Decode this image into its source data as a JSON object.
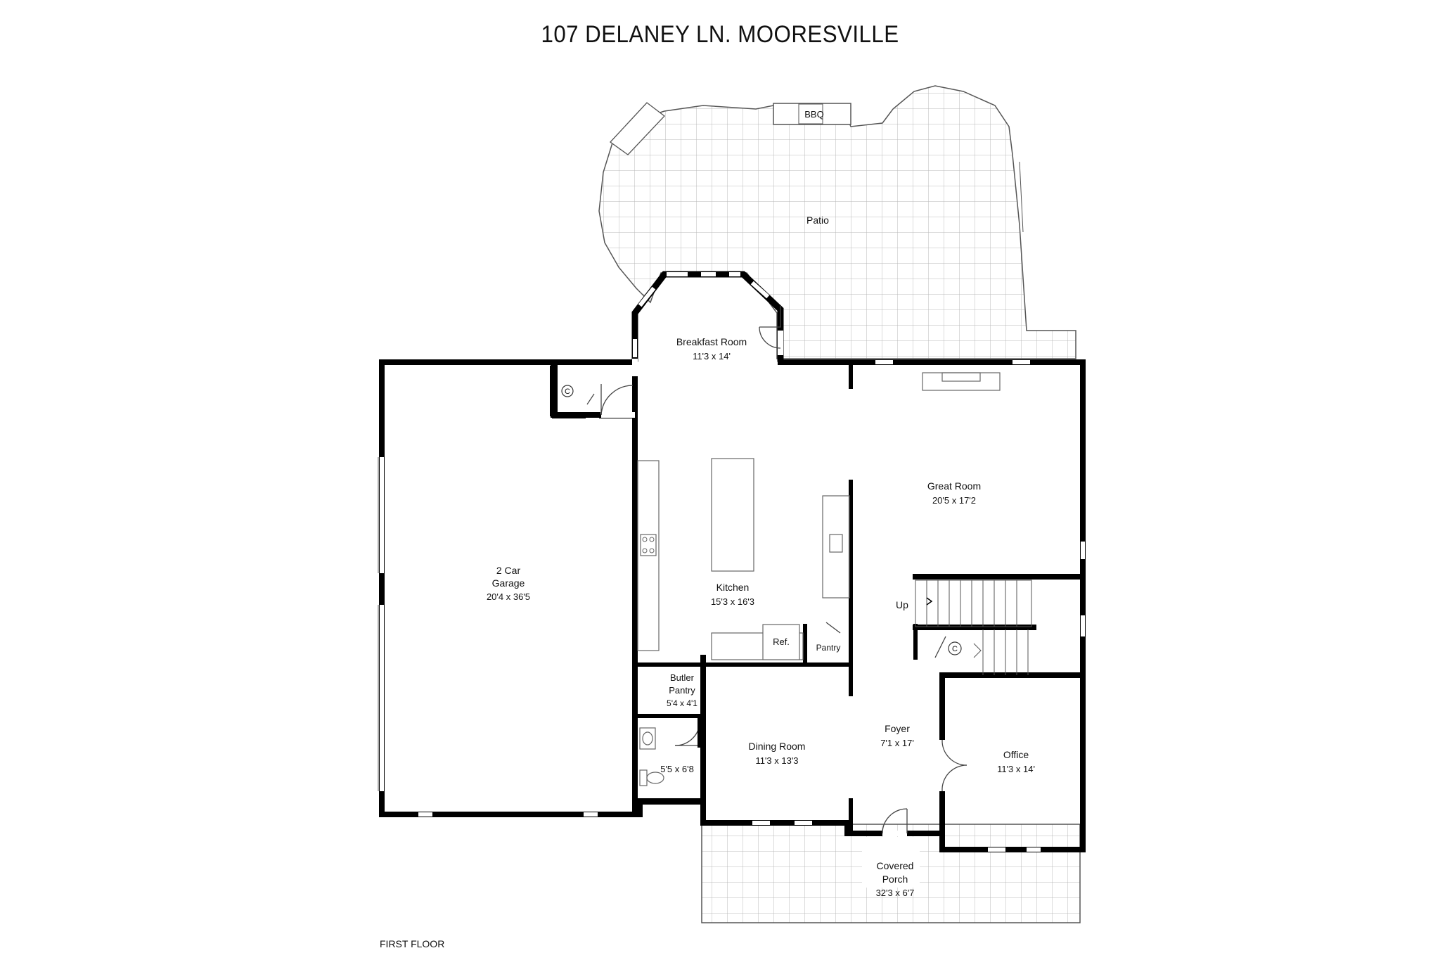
{
  "title": "107 DELANEY LN. MOORESVILLE",
  "floor_label": "FIRST FLOOR",
  "rooms": {
    "patio": {
      "name": "Patio"
    },
    "bbq": {
      "name": "BBQ"
    },
    "breakfast": {
      "name": "Breakfast Room",
      "dims": "11'3 x 14'"
    },
    "great": {
      "name": "Great Room",
      "dims": "20'5 x 17'2"
    },
    "garage": {
      "line1": "2 Car",
      "line2": "Garage",
      "dims": "20'4 x 36'5"
    },
    "kitchen": {
      "name": "Kitchen",
      "dims": "15'3 x 16'3"
    },
    "up": {
      "name": "Up"
    },
    "ref": {
      "name": "Ref."
    },
    "pantry": {
      "name": "Pantry"
    },
    "closet_a": {
      "name": "C"
    },
    "closet_b": {
      "name": "C"
    },
    "butler": {
      "line1": "Butler",
      "line2": "Pantry",
      "dims": "5'4 x 4'1"
    },
    "bath": {
      "dims": "5'5 x 6'8"
    },
    "dining": {
      "name": "Dining Room",
      "dims": "11'3 x 13'3"
    },
    "foyer": {
      "name": "Foyer",
      "dims": "7'1 x 17'"
    },
    "office": {
      "name": "Office",
      "dims": "11'3 x 14'"
    },
    "porch": {
      "line1": "Covered",
      "line2": "Porch",
      "dims": "32'3 x 6'7"
    }
  }
}
